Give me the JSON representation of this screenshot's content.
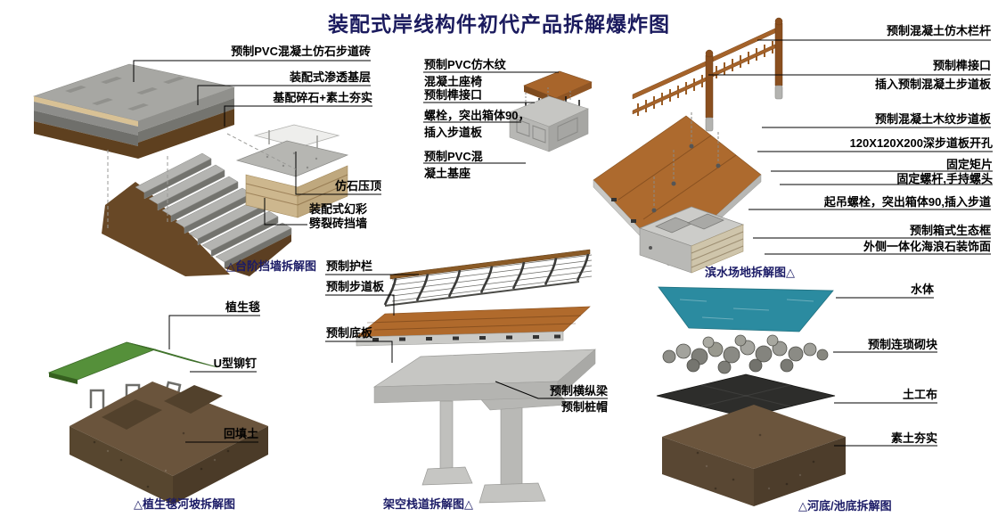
{
  "title": "装配式岸线构件初代产品拆解爆炸图",
  "colors": {
    "title_text": "#1b1b5e",
    "caption_text": "#1b1b66",
    "label_text": "#000000",
    "water": "#2b8ba0",
    "wood_rail": "#a5632a",
    "deck_wood": "#b06a2c",
    "soil_brown": "#6a543c",
    "concrete_grey": "#c6c6c3",
    "grass_green": "#55903a",
    "geotextile_black": "#2d2d2b"
  },
  "sections": {
    "stair_wall": {
      "caption": "△台阶挡墙拆解图",
      "labels": {
        "paver": "预制PVC混凝土仿石步道砖",
        "permeable_base": "装配式渗透基层",
        "gravel": "基配碎石+素土夯实",
        "coping": "仿石压顶",
        "wall": [
          "装配式幻彩",
          "劈裂砖挡墙"
        ]
      }
    },
    "slope": {
      "caption": "△植生毯河坡拆解图",
      "labels": {
        "mat": "植生毯",
        "staple": "U型铆钉",
        "backfill": "回填土"
      }
    },
    "bench": {
      "labels": {
        "seat": [
          "预制PVC仿木纹",
          "混凝土座椅"
        ],
        "tenon": "预制榫接口",
        "bolt": [
          "螺栓，突出箱体90，",
          "插入步道板"
        ],
        "base": [
          "预制PVC混",
          "凝土基座"
        ]
      }
    },
    "boardwalk": {
      "caption": "架空栈道拆解图△",
      "labels": {
        "guardrail": "预制护栏",
        "walk_board": "预制步道板",
        "bottom_plate": "预制底板",
        "beams": [
          "预制横纵梁",
          "预制桩帽"
        ]
      }
    },
    "waterfront": {
      "caption": "滨水场地拆解图△",
      "labels": {
        "wood_rail": "预制混凝土仿木栏杆",
        "tenon": [
          "预制榫接口",
          "插入预制混凝土步道板"
        ],
        "deck_board": "预制混凝土木纹步道板",
        "hole": "120X120X200深步道板开孔",
        "clip": "固定矩片",
        "screw": "固定螺杆,手持螺头",
        "lift_bolt": "起吊螺栓，突出箱体90,插入步道",
        "eco_box": [
          "预制箱式生态框",
          "外侧一体化海浪石装饰面"
        ]
      }
    },
    "riverbed": {
      "caption": "△河底/池底拆解图",
      "labels": {
        "water": "水体",
        "blocks": "预制连琐砌块",
        "geotextile": "土工布",
        "soil": "素土夯实"
      }
    }
  }
}
